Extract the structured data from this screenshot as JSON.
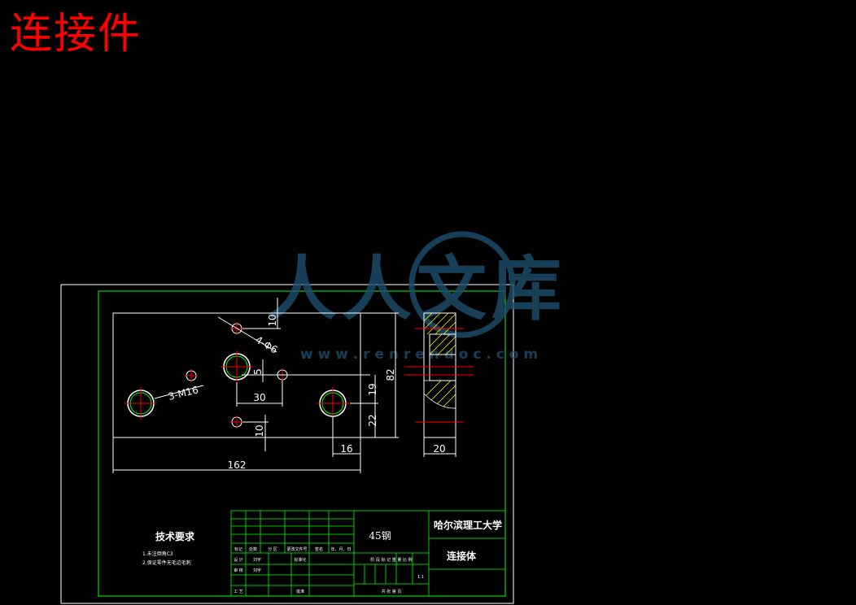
{
  "page_title": "连接件",
  "watermark": {
    "text": "人人文库",
    "url": "w w w . r e n r e n d o c . c o m"
  },
  "dimensions": {
    "d10_top": "10",
    "d4_phi6": "4-Φ6",
    "d5": "5",
    "d30": "30",
    "d3_m16": "3-M16",
    "d19": "19",
    "d82": "82",
    "d22": "22",
    "d10_bottom": "10",
    "d16": "16",
    "d162": "162",
    "d20": "20"
  },
  "tech_requirements": {
    "title": "技术要求",
    "items": [
      "1.未注倒角C3",
      "2.保证零件无毛边毛刺"
    ]
  },
  "title_block": {
    "material": "45钢",
    "school": "哈尔滨理工大学",
    "part_name": "连接体",
    "scale": "1:1",
    "header_cells": [
      "标记",
      "处数",
      "分 区",
      "更改文件号",
      "签名",
      "年、月、日"
    ],
    "row_design": [
      "设 计",
      "刘宇"
    ],
    "row_standardize": "标准化",
    "row_check": [
      "审 核",
      "刘宇"
    ],
    "row_process": "工 艺",
    "row_approve": "批准",
    "stage_labels": "阶 段 标 记   重 量   比 例",
    "sheet_labels": "共   张   第   页"
  },
  "colors": {
    "line_white": "#ffffff",
    "border_green": "#00ff00",
    "center_red": "#ff0000",
    "hatch_yellow": "#ffff00",
    "hole_green": "#00ff00",
    "watermark_blue": "#1e4f6e"
  }
}
